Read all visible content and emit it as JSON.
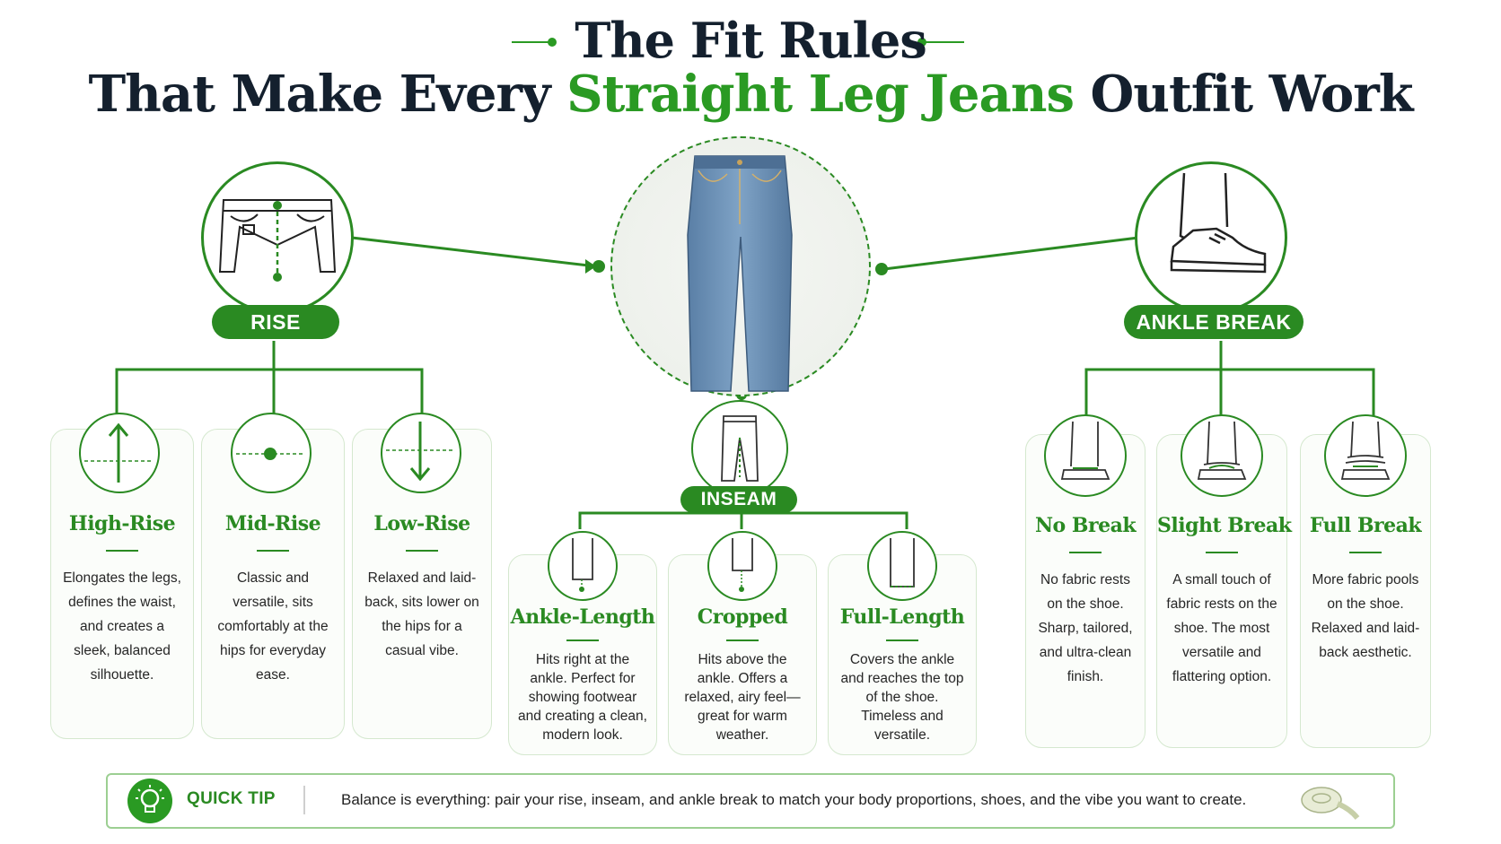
{
  "header": {
    "line1": "The Fit Rules",
    "line2_prefix": "That Make Every ",
    "line2_highlight": "Straight Leg Jeans",
    "line2_suffix": " Outfit Work"
  },
  "colors": {
    "accent": "#2a8a22",
    "accent_light": "#2a9a23",
    "text_dark": "#14202e",
    "card_border": "#d5e8cf"
  },
  "sections": {
    "rise": {
      "label": "RISE",
      "icon": "jeans-waistband-icon",
      "cards": [
        {
          "icon": "arrow-up-icon",
          "title": "High-Rise",
          "desc": "Elongates the legs, defines the waist, and creates a sleek, balanced silhouette."
        },
        {
          "icon": "center-dot-icon",
          "title": "Mid-Rise",
          "desc": "Classic and versatile, sits comfortably at the hips for everyday ease."
        },
        {
          "icon": "arrow-down-icon",
          "title": "Low-Rise",
          "desc": "Relaxed and laid-back, sits lower on the hips for a casual vibe."
        }
      ]
    },
    "inseam": {
      "label": "INSEAM",
      "icon": "jeans-inseam-icon",
      "cards": [
        {
          "icon": "ankle-length-icon",
          "title": "Ankle-Length",
          "desc": "Hits right at the ankle. Perfect for showing footwear and creating a clean, modern look."
        },
        {
          "icon": "cropped-icon",
          "title": "Cropped",
          "desc": "Hits above the ankle. Offers a relaxed, airy feel—great for warm weather."
        },
        {
          "icon": "full-length-icon",
          "title": "Full-Length",
          "desc": "Covers the ankle and reaches the top of the shoe. Timeless and versatile."
        }
      ]
    },
    "ankle_break": {
      "label": "ANKLE BREAK",
      "icon": "sneaker-hem-icon",
      "cards": [
        {
          "icon": "no-break-icon",
          "title": "No Break",
          "desc": "No fabric rests on the shoe. Sharp, tailored, and ultra-clean finish."
        },
        {
          "icon": "slight-break-icon",
          "title": "Slight Break",
          "desc": "A small touch of fabric rests on the shoe. The most versatile and flattering option."
        },
        {
          "icon": "full-break-icon",
          "title": "Full Break",
          "desc": "More fabric pools on the shoe. Relaxed and laid-back aesthetic."
        }
      ]
    }
  },
  "center_image": {
    "icon": "straight-leg-jeans-photo"
  },
  "quick_tip": {
    "icon": "lightbulb-icon",
    "label": "QUICK TIP",
    "text": "Balance is everything: pair your rise, inseam, and ankle break to match your body proportions, shoes, and the vibe you want to create.",
    "end_icon": "measuring-tape-icon"
  }
}
